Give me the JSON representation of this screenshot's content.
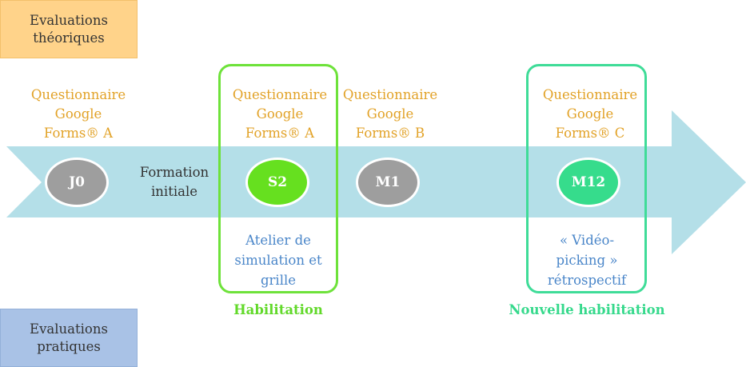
{
  "legend": {
    "theory": [
      "Evaluations",
      "théoriques"
    ],
    "practice": [
      "Evaluations",
      "pratiques"
    ]
  },
  "colors": {
    "theory_box": "#ffd38a",
    "practice_box": "#a9c2e6",
    "arrow": "#b4dfe8",
    "questionnaire_text": "#e2a227",
    "practice_text": "#4a86c9",
    "milestone_grey": "#9e9e9e",
    "milestone_s2": "#66e01f",
    "milestone_m12": "#36dc8c",
    "frame_s2": "#6ee23a",
    "frame_m12": "#3fdc98"
  },
  "milestones": {
    "j0": "J0",
    "s2": "S2",
    "m1": "M1",
    "m12": "M12"
  },
  "questionnaires": {
    "j0": [
      "Questionnaire",
      "Google",
      "Forms® A"
    ],
    "s2": [
      "Questionnaire",
      "Google",
      "Forms® A"
    ],
    "m1": [
      "Questionnaire",
      "Google",
      "Forms® B"
    ],
    "m12": [
      "Questionnaire",
      "Google",
      "Forms® C"
    ]
  },
  "formation": [
    "Formation",
    "initiale"
  ],
  "practice": {
    "s2": [
      "Atelier de",
      "simulation et",
      "grille"
    ],
    "m12": [
      "« Vidéo-",
      "picking »",
      "rétrospectif"
    ]
  },
  "habilitation": {
    "s2": "Habilitation",
    "m12": "Nouvelle habilitation"
  }
}
